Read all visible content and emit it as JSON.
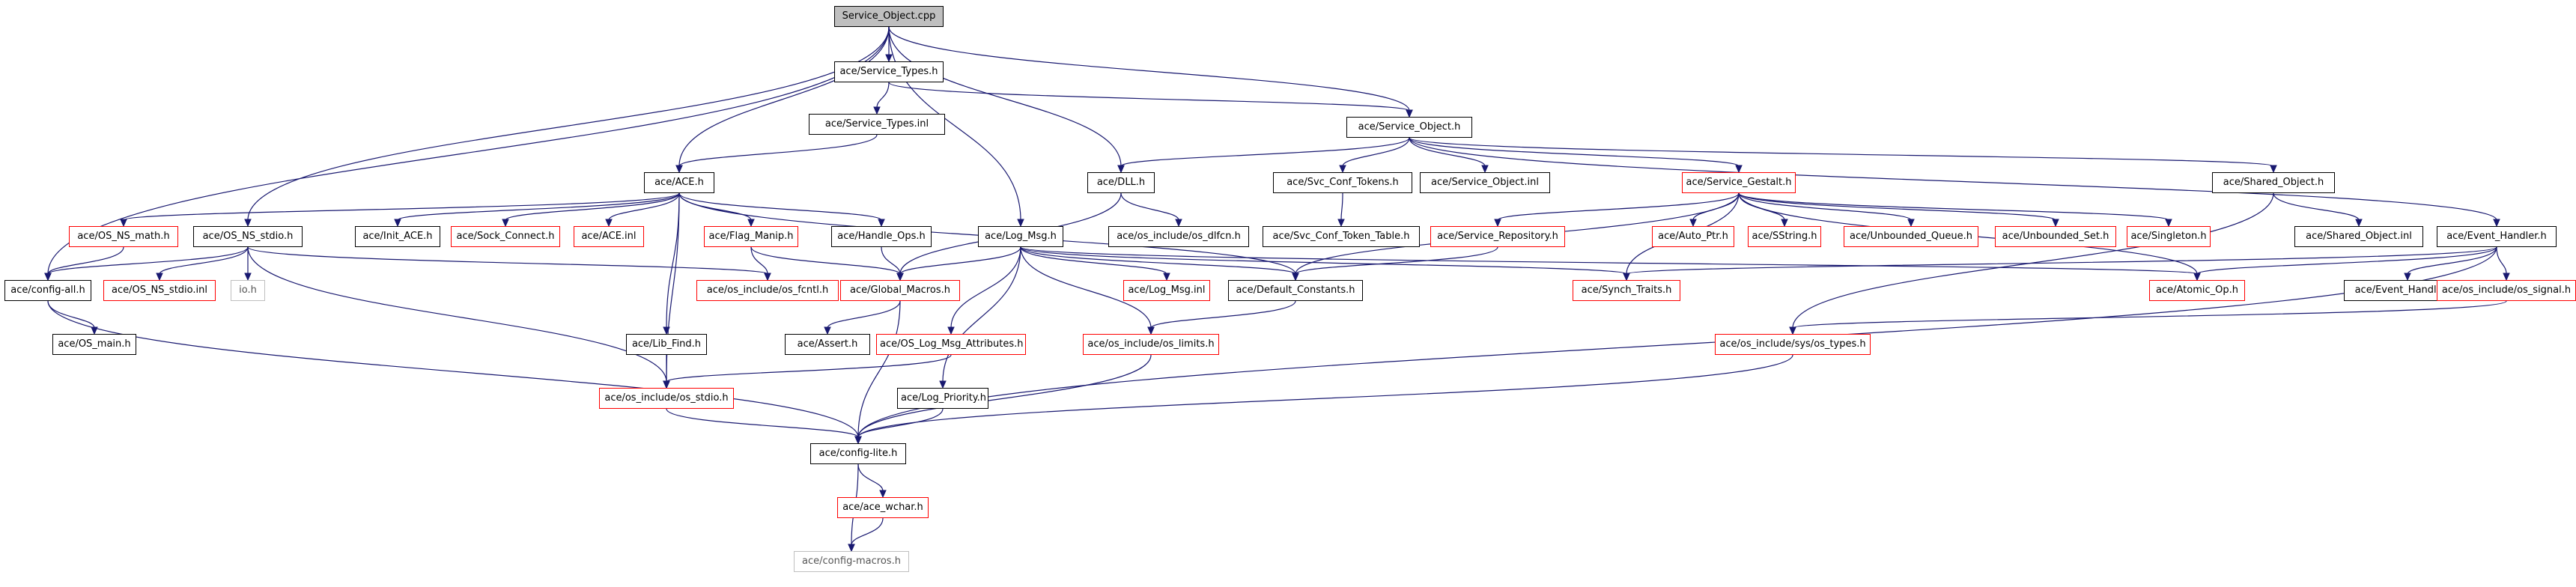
{
  "colors": {
    "edge": "#191970",
    "truncated_border": "#ff0000",
    "undocumented_border": "#bfbfbf",
    "root_fill": "#bfbfbf"
  },
  "nodes": [
    {
      "id": "Service_Object_cpp",
      "label": "Service_Object.cpp",
      "kind": "root"
    },
    {
      "id": "Service_Types_h",
      "label": "ace/Service_Types.h",
      "kind": "normal"
    },
    {
      "id": "Service_Types_inl",
      "label": "ace/Service_Types.inl",
      "kind": "normal"
    },
    {
      "id": "Service_Object_h",
      "label": "ace/Service_Object.h",
      "kind": "normal"
    },
    {
      "id": "ACE_h",
      "label": "ace/ACE.h",
      "kind": "normal"
    },
    {
      "id": "DLL_h",
      "label": "ace/DLL.h",
      "kind": "normal"
    },
    {
      "id": "Svc_Conf_Tokens_h",
      "label": "ace/Svc_Conf_Tokens.h",
      "kind": "normal"
    },
    {
      "id": "Service_Object_inl",
      "label": "ace/Service_Object.inl",
      "kind": "normal"
    },
    {
      "id": "Service_Gestalt_h",
      "label": "ace/Service_Gestalt.h",
      "kind": "truncated"
    },
    {
      "id": "Shared_Object_h",
      "label": "ace/Shared_Object.h",
      "kind": "normal"
    },
    {
      "id": "OS_NS_math_h",
      "label": "ace/OS_NS_math.h",
      "kind": "truncated"
    },
    {
      "id": "OS_NS_stdio_h",
      "label": "ace/OS_NS_stdio.h",
      "kind": "normal"
    },
    {
      "id": "Init_ACE_h",
      "label": "ace/Init_ACE.h",
      "kind": "normal"
    },
    {
      "id": "Sock_Connect_h",
      "label": "ace/Sock_Connect.h",
      "kind": "truncated"
    },
    {
      "id": "ACE_inl",
      "label": "ace/ACE.inl",
      "kind": "truncated"
    },
    {
      "id": "Flag_Manip_h",
      "label": "ace/Flag_Manip.h",
      "kind": "truncated"
    },
    {
      "id": "Handle_Ops_h",
      "label": "ace/Handle_Ops.h",
      "kind": "normal"
    },
    {
      "id": "Log_Msg_h",
      "label": "ace/Log_Msg.h",
      "kind": "normal"
    },
    {
      "id": "os_dlfcn_h",
      "label": "ace/os_include/os_dlfcn.h",
      "kind": "normal"
    },
    {
      "id": "Svc_Conf_Token_Table_h",
      "label": "ace/Svc_Conf_Token_Table.h",
      "kind": "normal"
    },
    {
      "id": "Service_Repository_h",
      "label": "ace/Service_Repository.h",
      "kind": "truncated"
    },
    {
      "id": "Auto_Ptr_h",
      "label": "ace/Auto_Ptr.h",
      "kind": "truncated"
    },
    {
      "id": "SString_h",
      "label": "ace/SString.h",
      "kind": "truncated"
    },
    {
      "id": "Unbounded_Queue_h",
      "label": "ace/Unbounded_Queue.h",
      "kind": "truncated"
    },
    {
      "id": "Unbounded_Set_h",
      "label": "ace/Unbounded_Set.h",
      "kind": "truncated"
    },
    {
      "id": "Singleton_h",
      "label": "ace/Singleton.h",
      "kind": "truncated"
    },
    {
      "id": "Shared_Object_inl",
      "label": "ace/Shared_Object.inl",
      "kind": "normal"
    },
    {
      "id": "Event_Handler_h",
      "label": "ace/Event_Handler.h",
      "kind": "normal"
    },
    {
      "id": "config_all_h",
      "label": "ace/config-all.h",
      "kind": "normal"
    },
    {
      "id": "OS_NS_stdio_inl",
      "label": "ace/OS_NS_stdio.inl",
      "kind": "truncated"
    },
    {
      "id": "io_h",
      "label": "io.h",
      "kind": "undocumented"
    },
    {
      "id": "os_fcntl_h",
      "label": "ace/os_include/os_fcntl.h",
      "kind": "truncated"
    },
    {
      "id": "Global_Macros_h",
      "label": "ace/Global_Macros.h",
      "kind": "truncated"
    },
    {
      "id": "Log_Msg_inl",
      "label": "ace/Log_Msg.inl",
      "kind": "truncated"
    },
    {
      "id": "Default_Constants_h",
      "label": "ace/Default_Constants.h",
      "kind": "normal"
    },
    {
      "id": "Synch_Traits_h",
      "label": "ace/Synch_Traits.h",
      "kind": "truncated"
    },
    {
      "id": "Atomic_Op_h",
      "label": "ace/Atomic_Op.h",
      "kind": "truncated"
    },
    {
      "id": "Event_Handler_inl",
      "label": "ace/Event_Handler.inl",
      "kind": "normal"
    },
    {
      "id": "os_signal_h",
      "label": "ace/os_include/os_signal.h",
      "kind": "truncated"
    },
    {
      "id": "OS_main_h",
      "label": "ace/OS_main.h",
      "kind": "normal"
    },
    {
      "id": "Lib_Find_h",
      "label": "ace/Lib_Find.h",
      "kind": "normal"
    },
    {
      "id": "Assert_h",
      "label": "ace/Assert.h",
      "kind": "normal"
    },
    {
      "id": "OS_Log_Msg_Attributes_h",
      "label": "ace/OS_Log_Msg_Attributes.h",
      "kind": "truncated"
    },
    {
      "id": "os_limits_h",
      "label": "ace/os_include/os_limits.h",
      "kind": "truncated"
    },
    {
      "id": "os_types_h",
      "label": "ace/os_include/sys/os_types.h",
      "kind": "truncated"
    },
    {
      "id": "os_stdio_h",
      "label": "ace/os_include/os_stdio.h",
      "kind": "truncated"
    },
    {
      "id": "Log_Priority_h",
      "label": "ace/Log_Priority.h",
      "kind": "normal"
    },
    {
      "id": "config_lite_h",
      "label": "ace/config-lite.h",
      "kind": "normal"
    },
    {
      "id": "ace_wchar_h",
      "label": "ace/ace_wchar.h",
      "kind": "truncated"
    },
    {
      "id": "config_macros_h",
      "label": "ace/config-macros.h",
      "kind": "undocumented"
    }
  ],
  "edges": [
    [
      "Service_Object_cpp",
      "Service_Types_h"
    ],
    [
      "Service_Object_cpp",
      "Service_Object_h"
    ],
    [
      "Service_Object_cpp",
      "ACE_h"
    ],
    [
      "Service_Object_cpp",
      "DLL_h"
    ],
    [
      "Service_Object_cpp",
      "Log_Msg_h"
    ],
    [
      "Service_Object_cpp",
      "OS_NS_stdio_h"
    ],
    [
      "Service_Object_cpp",
      "config_all_h"
    ],
    [
      "Service_Types_h",
      "Service_Types_inl"
    ],
    [
      "Service_Types_h",
      "Service_Object_h"
    ],
    [
      "Service_Types_inl",
      "ACE_h"
    ],
    [
      "Service_Object_h",
      "DLL_h"
    ],
    [
      "Service_Object_h",
      "Svc_Conf_Tokens_h"
    ],
    [
      "Service_Object_h",
      "Service_Object_inl"
    ],
    [
      "Service_Object_h",
      "Service_Gestalt_h"
    ],
    [
      "Service_Object_h",
      "Shared_Object_h"
    ],
    [
      "Service_Object_h",
      "Event_Handler_h"
    ],
    [
      "ACE_h",
      "OS_NS_math_h"
    ],
    [
      "ACE_h",
      "Init_ACE_h"
    ],
    [
      "ACE_h",
      "Sock_Connect_h"
    ],
    [
      "ACE_h",
      "ACE_inl"
    ],
    [
      "ACE_h",
      "Flag_Manip_h"
    ],
    [
      "ACE_h",
      "Handle_Ops_h"
    ],
    [
      "ACE_h",
      "Lib_Find_h"
    ],
    [
      "ACE_h",
      "Default_Constants_h"
    ],
    [
      "ACE_h",
      "os_stdio_h"
    ],
    [
      "DLL_h",
      "os_dlfcn_h"
    ],
    [
      "DLL_h",
      "Global_Macros_h"
    ],
    [
      "Svc_Conf_Tokens_h",
      "Svc_Conf_Token_Table_h"
    ],
    [
      "Service_Gestalt_h",
      "Service_Repository_h"
    ],
    [
      "Service_Gestalt_h",
      "Auto_Ptr_h"
    ],
    [
      "Service_Gestalt_h",
      "SString_h"
    ],
    [
      "Service_Gestalt_h",
      "Unbounded_Queue_h"
    ],
    [
      "Service_Gestalt_h",
      "Unbounded_Set_h"
    ],
    [
      "Service_Gestalt_h",
      "Singleton_h"
    ],
    [
      "Service_Gestalt_h",
      "Default_Constants_h"
    ],
    [
      "Service_Gestalt_h",
      "Synch_Traits_h"
    ],
    [
      "Service_Gestalt_h",
      "Atomic_Op_h"
    ],
    [
      "Shared_Object_h",
      "Shared_Object_inl"
    ],
    [
      "Shared_Object_h",
      "os_types_h"
    ],
    [
      "Event_Handler_h",
      "Event_Handler_inl"
    ],
    [
      "Event_Handler_h",
      "os_signal_h"
    ],
    [
      "Event_Handler_h",
      "Atomic_Op_h"
    ],
    [
      "Event_Handler_h",
      "Synch_Traits_h"
    ],
    [
      "Event_Handler_h",
      "config_lite_h"
    ],
    [
      "OS_NS_math_h",
      "config_all_h"
    ],
    [
      "OS_NS_stdio_h",
      "config_all_h"
    ],
    [
      "OS_NS_stdio_h",
      "OS_NS_stdio_inl"
    ],
    [
      "OS_NS_stdio_h",
      "io_h"
    ],
    [
      "OS_NS_stdio_h",
      "os_fcntl_h"
    ],
    [
      "OS_NS_stdio_h",
      "os_stdio_h"
    ],
    [
      "Flag_Manip_h",
      "os_fcntl_h"
    ],
    [
      "Flag_Manip_h",
      "Global_Macros_h"
    ],
    [
      "Handle_Ops_h",
      "Global_Macros_h"
    ],
    [
      "Log_Msg_h",
      "Global_Macros_h"
    ],
    [
      "Log_Msg_h",
      "Log_Msg_inl"
    ],
    [
      "Log_Msg_h",
      "Default_Constants_h"
    ],
    [
      "Log_Msg_h",
      "Synch_Traits_h"
    ],
    [
      "Log_Msg_h",
      "Atomic_Op_h"
    ],
    [
      "Log_Msg_h",
      "OS_Log_Msg_Attributes_h"
    ],
    [
      "Log_Msg_h",
      "os_limits_h"
    ],
    [
      "Log_Msg_h",
      "Log_Priority_h"
    ],
    [
      "Service_Repository_h",
      "Default_Constants_h"
    ],
    [
      "config_all_h",
      "OS_main_h"
    ],
    [
      "config_all_h",
      "config_lite_h"
    ],
    [
      "Global_Macros_h",
      "Assert_h"
    ],
    [
      "Global_Macros_h",
      "config_lite_h"
    ],
    [
      "Default_Constants_h",
      "os_limits_h"
    ],
    [
      "os_signal_h",
      "os_types_h"
    ],
    [
      "Lib_Find_h",
      "os_stdio_h"
    ],
    [
      "OS_Log_Msg_Attributes_h",
      "os_stdio_h"
    ],
    [
      "os_limits_h",
      "config_lite_h"
    ],
    [
      "os_types_h",
      "config_lite_h"
    ],
    [
      "os_stdio_h",
      "config_lite_h"
    ],
    [
      "Log_Priority_h",
      "config_lite_h"
    ],
    [
      "config_lite_h",
      "ace_wchar_h"
    ],
    [
      "config_lite_h",
      "config_macros_h"
    ],
    [
      "ace_wchar_h",
      "config_macros_h"
    ]
  ]
}
